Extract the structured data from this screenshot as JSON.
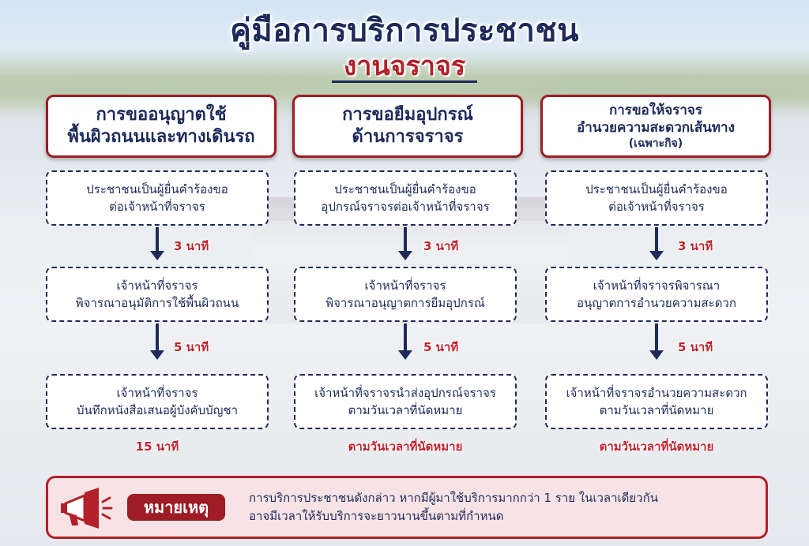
{
  "header": {
    "title": "คู่มือการบริการประชาชน",
    "subtitle": "งานจราจร"
  },
  "columns": [
    {
      "heading": [
        "การขออนุญาตใช้",
        "พื้นผิวถนนและทางเดินรถ"
      ],
      "steps": [
        [
          "ประชาชนเป็นผู้ยื่นคำร้องขอ",
          "ต่อเจ้าหน้าที่จราจร"
        ],
        [
          "เจ้าหน้าที่จราจร",
          "พิจารณาอนุมัติการใช้พื้นผิวถนน"
        ],
        [
          "เจ้าหน้าที่จราจร",
          "บันทึกหนังสือเสนอผู้บังคับบัญชา"
        ]
      ],
      "times": [
        "3 นาที",
        "5 นาที"
      ],
      "final_time": "15 นาที"
    },
    {
      "heading": [
        "การขอยืมอุปกรณ์",
        "ด้านการจราจร"
      ],
      "steps": [
        [
          "ประชาชนเป็นผู้ยื่นคำร้องขอ",
          "อุปกรณ์จราจรต่อเจ้าหน้าที่จราจร"
        ],
        [
          "เจ้าหน้าที่จราจร",
          "พิจารณาอนุญาตการยืมอุปกรณ์"
        ],
        [
          "เจ้าหน้าที่จราจรนำส่งอุปกรณ์จราจร",
          "ตามวันเวลาที่นัดหมาย"
        ]
      ],
      "times": [
        "3 นาที",
        "5 นาที"
      ],
      "final_time": "ตามวันเวลาที่นัดหมาย"
    },
    {
      "heading": [
        "การขอให้จราจร",
        "อำนวยความสะดวกเส้นทาง",
        "(เฉพาะกิจ)"
      ],
      "steps": [
        [
          "ประชาชนเป็นผู้ยื่นคำร้องขอ",
          "ต่อเจ้าหน้าที่จราจร"
        ],
        [
          "เจ้าหน้าที่จราจรพิจารณา",
          "อนุญาตการอำนวยความสะดวก"
        ],
        [
          "เจ้าหน้าที่จราจรอำนวยความสะดวก",
          "ตามวันเวลาที่นัดหมาย"
        ]
      ],
      "times": [
        "3 นาที",
        "5 นาที"
      ],
      "final_time": "ตามวันเวลาที่นัดหมาย"
    }
  ],
  "note": {
    "icon": "megaphone-icon",
    "label": "หมายเหตุ",
    "lines": [
      "การบริการประชาชนดังกล่าว หากมีผู้มาใช้บริการมากกว่า 1 ราย ในเวลาเดียวกัน",
      "อาจมีเวลาให้รับบริการจะยาวนานขึ้นตามที่กำหนด"
    ]
  },
  "colors": {
    "navy": "#1d2a5a",
    "accent_red": "#b22029",
    "note_bg": "#f7e3e5"
  }
}
